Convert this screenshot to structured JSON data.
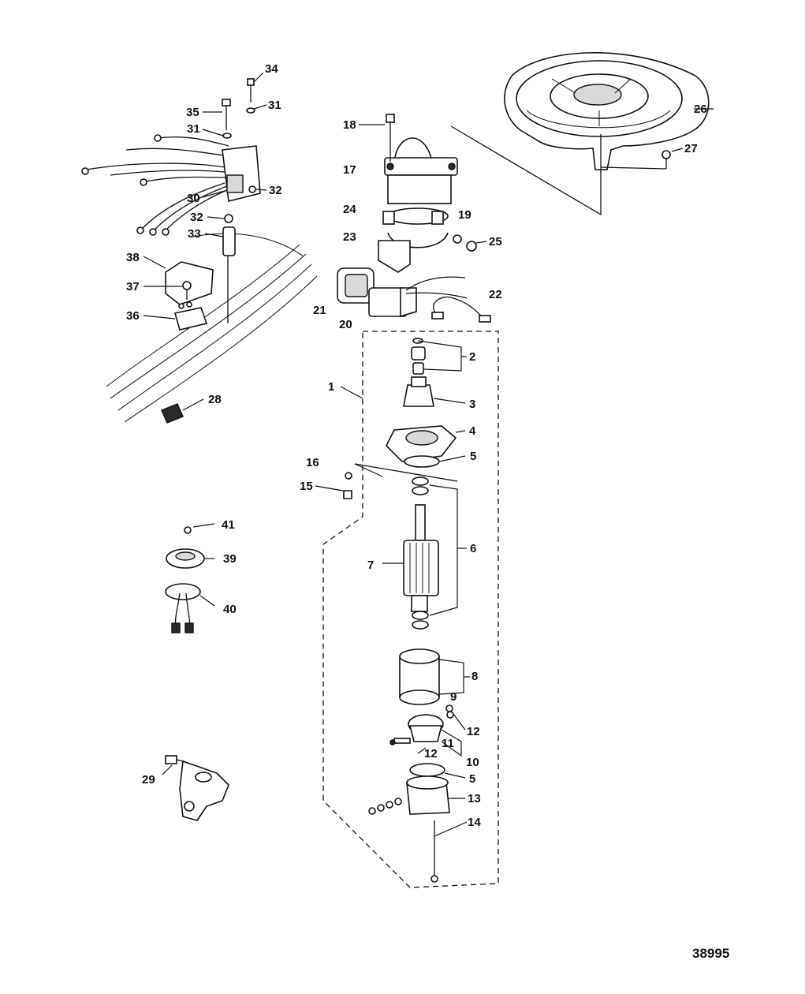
{
  "diagram": {
    "reference_number": "38995",
    "callouts": {
      "c1": "1",
      "c2": "2",
      "c3": "3",
      "c4": "4",
      "c5a": "5",
      "c5b": "5",
      "c6": "6",
      "c7": "7",
      "c8": "8",
      "c9": "9",
      "c10": "10",
      "c11": "11",
      "c12a": "12",
      "c12b": "12",
      "c13": "13",
      "c14": "14",
      "c15": "15",
      "c16": "16",
      "c17": "17",
      "c18": "18",
      "c19": "19",
      "c20": "20",
      "c21": "21",
      "c22": "22",
      "c23": "23",
      "c24": "24",
      "c25": "25",
      "c26": "26",
      "c27": "27",
      "c28": "28",
      "c29": "29",
      "c30": "30",
      "c31a": "31",
      "c31b": "31",
      "c32a": "32",
      "c32b": "32",
      "c33": "33",
      "c34": "34",
      "c35": "35",
      "c36": "36",
      "c37": "37",
      "c38": "38",
      "c39": "39",
      "c40": "40",
      "c41": "41"
    }
  }
}
